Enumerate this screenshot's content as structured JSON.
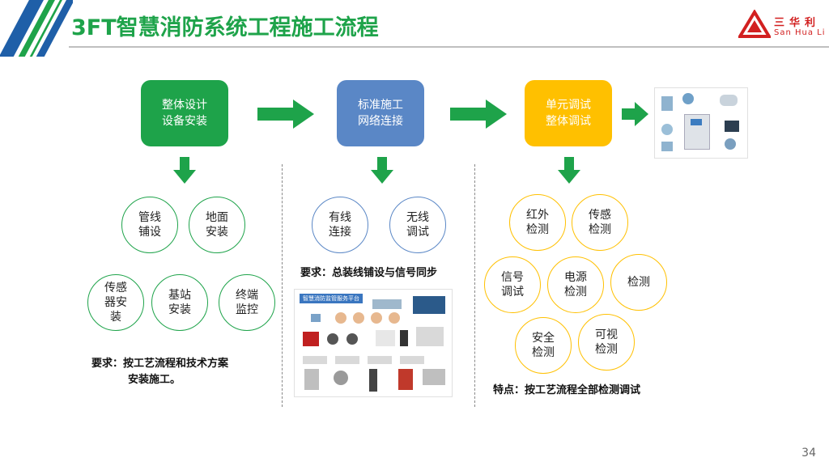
{
  "title": "3FT智慧消防系统工程施工流程",
  "logo": {
    "cn": "三华利",
    "en": "San Hua Li"
  },
  "steps": [
    {
      "line1": "整体设计",
      "line2": "设备安装"
    },
    {
      "line1": "标准施工",
      "line2": "网络连接"
    },
    {
      "line1": "单元调试",
      "line2": "整体调试"
    }
  ],
  "col1": {
    "circles": [
      {
        "l1": "管线",
        "l2": "铺设"
      },
      {
        "l1": "地面",
        "l2": "安装"
      },
      {
        "l1": "传感",
        "l2": "器安",
        "l3": "装"
      },
      {
        "l1": "基站",
        "l2": "安装"
      },
      {
        "l1": "终端",
        "l2": "监控"
      }
    ],
    "req_line1": "要求：按工艺流程和技术方案",
    "req_line2": "安装施工。"
  },
  "col2": {
    "circles": [
      {
        "l1": "有线",
        "l2": "连接"
      },
      {
        "l1": "无线",
        "l2": "调试"
      }
    ],
    "req": "要求：总装线铺设与信号同步",
    "platform_title": "智慧消防监管服务平台"
  },
  "col3": {
    "circles": [
      {
        "l1": "红外",
        "l2": "检测"
      },
      {
        "l1": "传感",
        "l2": "检测"
      },
      {
        "l1": "信号",
        "l2": "调试"
      },
      {
        "l1": "电源",
        "l2": "检测"
      },
      {
        "l1": "检测",
        "l2": ""
      },
      {
        "l1": "安全",
        "l2": "检测"
      },
      {
        "l1": "可视",
        "l2": "检测"
      }
    ],
    "req": "特点：按工艺流程全部检测调试"
  },
  "page_number": "34",
  "colors": {
    "green": "#1ea34a",
    "blue": "#5a87c6",
    "yellow": "#ffc000",
    "brand_red": "#d22020"
  }
}
